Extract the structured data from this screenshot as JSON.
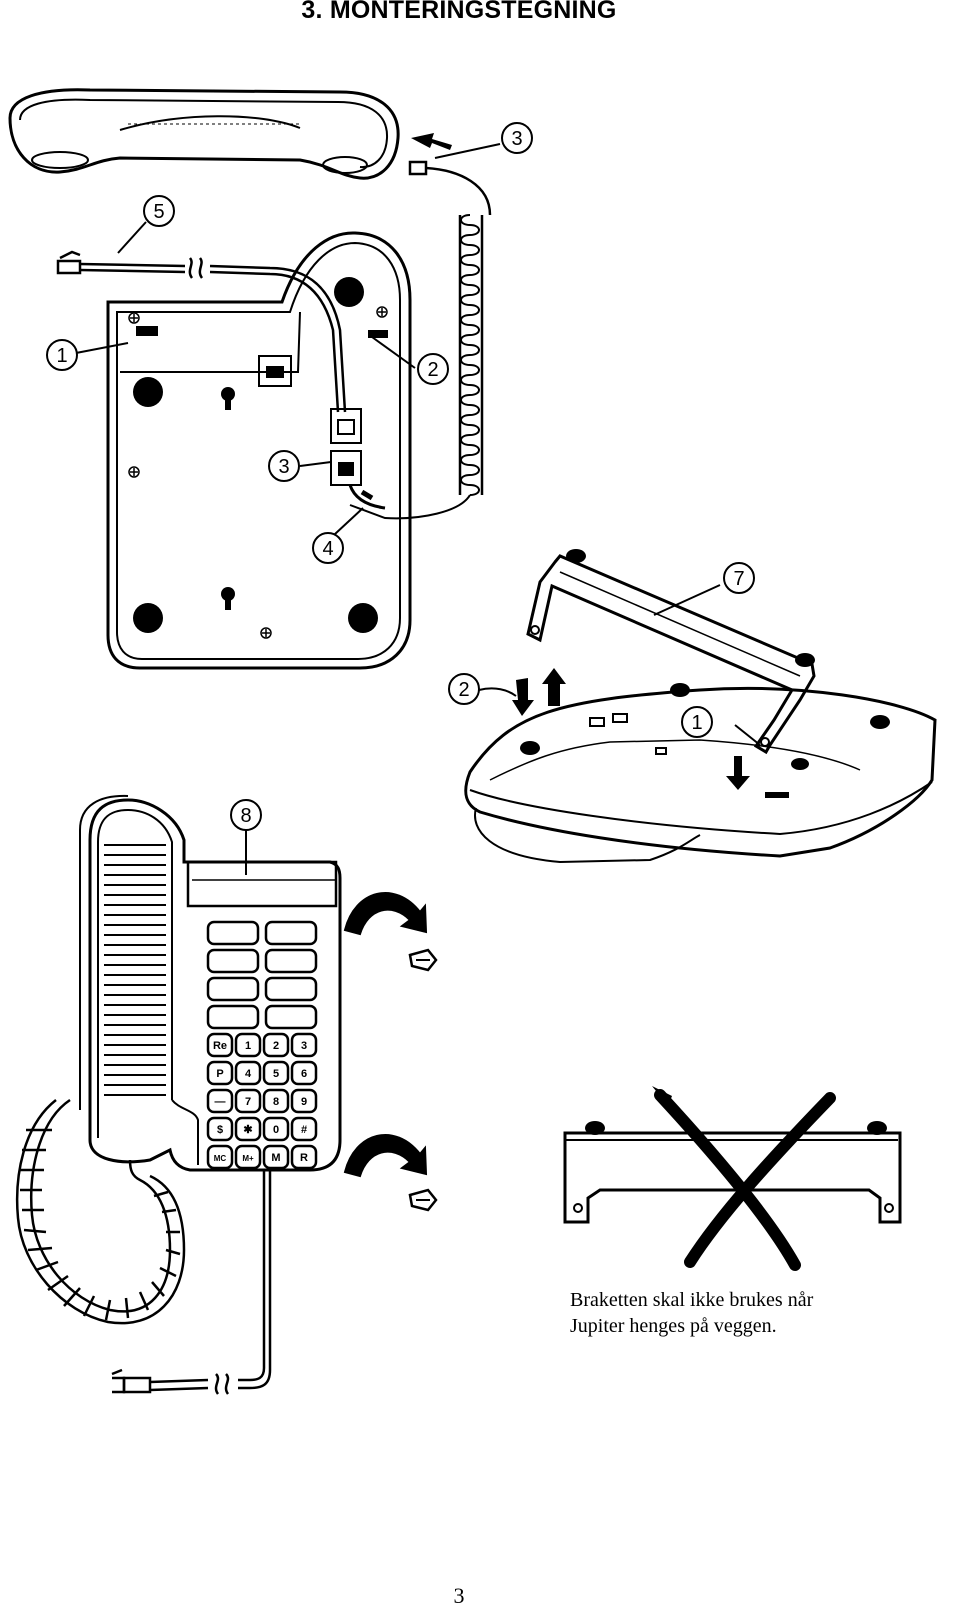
{
  "document": {
    "title": "3. MONTERINGSTEGNING",
    "note_lines": [
      "Braketten skal ikke brukes når",
      "Jupiter henges på veggen."
    ],
    "page_number": "3"
  },
  "callouts": {
    "top_3": "3",
    "top_5": "5",
    "base_1": "1",
    "base_2": "2",
    "base_3": "3",
    "base_4": "4",
    "bracket_7": "7",
    "bracket_2": "2",
    "bracket_1": "1",
    "wall_8": "8"
  },
  "keypad_keys": {
    "re": "Re",
    "k1": "1",
    "k2": "2",
    "k3": "3",
    "p": "P",
    "k4": "4",
    "k5": "5",
    "k6": "6",
    "dash": "—",
    "k7": "7",
    "k8": "8",
    "k9": "9",
    "dollar": "$",
    "star": "✱",
    "k0": "0",
    "hash": "#",
    "mc": "MC",
    "mr": "M+",
    "m": "M",
    "r": "R"
  },
  "icons": [
    "telephone-handset-icon",
    "wall-screw-icon",
    "crossed-out-bracket-icon",
    "curved-arrow-icon"
  ]
}
